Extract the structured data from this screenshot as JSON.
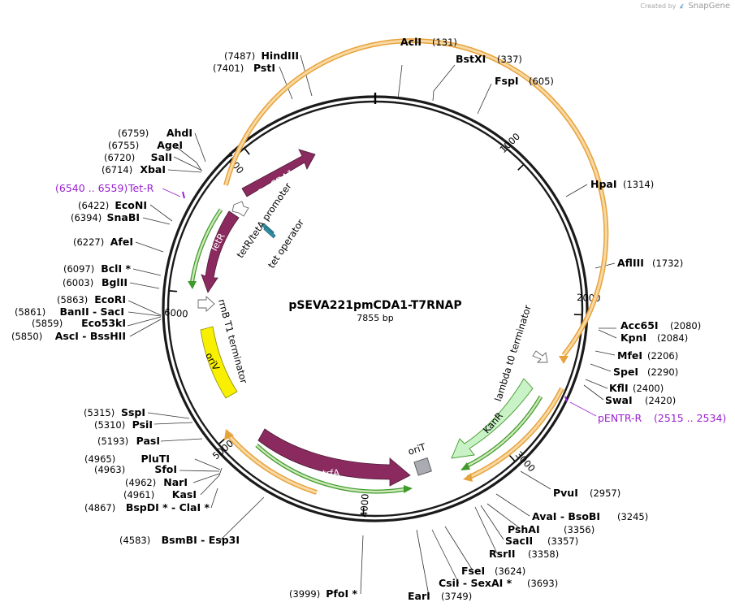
{
  "credit": {
    "prefix": "Created by",
    "brand": "SnapGene"
  },
  "plasmid": {
    "name": "pSEVA221pmCDA1-T7RNAP",
    "length_label": "7855 bp",
    "length": 7855
  },
  "ticks": [
    {
      "label": "1000",
      "pos": 1000
    },
    {
      "label": "2000",
      "pos": 2000
    },
    {
      "label": "3000",
      "pos": 3000
    },
    {
      "label": "4000",
      "pos": 4000
    },
    {
      "label": "5000",
      "pos": 5000
    },
    {
      "label": "6000",
      "pos": 6000
    },
    {
      "label": "7000",
      "pos": 7000
    }
  ],
  "sites": [
    {
      "name": "AclI",
      "pos_label": "(131)",
      "pos": 131
    },
    {
      "name": "BstXI",
      "pos_label": "(337)",
      "pos": 337
    },
    {
      "name": "FspI",
      "pos_label": "(605)",
      "pos": 605
    },
    {
      "name": "HpaI",
      "pos_label": "(1314)",
      "pos": 1314
    },
    {
      "name": "AflIII",
      "pos_label": "(1732)",
      "pos": 1732
    },
    {
      "name": "Acc65I",
      "pos_label": "(2080)",
      "pos": 2080
    },
    {
      "name": "KpnI",
      "pos_label": "(2084)",
      "pos": 2084
    },
    {
      "name": "MfeI",
      "pos_label": "(2206)",
      "pos": 2206
    },
    {
      "name": "SpeI",
      "pos_label": "(2290)",
      "pos": 2290
    },
    {
      "name": "KflI",
      "pos_label": "(2400)",
      "pos": 2400
    },
    {
      "name": "SwaI",
      "pos_label": "(2420)",
      "pos": 2420
    },
    {
      "name": "PvuI",
      "pos_label": "(2957)",
      "pos": 2957
    },
    {
      "name": "AvaI - BsoBI",
      "pos_label": "(3245)",
      "pos": 3245
    },
    {
      "name": "PshAI",
      "pos_label": "(3356)",
      "pos": 3356
    },
    {
      "name": "SacII",
      "pos_label": "(3357)",
      "pos": 3357
    },
    {
      "name": "RsrII",
      "pos_label": "(3358)",
      "pos": 3358
    },
    {
      "name": "FseI",
      "pos_label": "(3624)",
      "pos": 3624
    },
    {
      "name": "CsiI - SexAI *",
      "pos_label": "(3693)",
      "pos": 3693
    },
    {
      "name": "EarI",
      "pos_label": "(3749)",
      "pos": 3749
    },
    {
      "name": "PfoI *",
      "pos_label": "(3999)",
      "pos": 3999
    },
    {
      "name": "BsmBI - Esp3I",
      "pos_label": "(4583)",
      "pos": 4583
    },
    {
      "name": "BspDI * - ClaI *",
      "pos_label": "(4867)",
      "pos": 4867
    },
    {
      "name": "KasI",
      "pos_label": "(4961)",
      "pos": 4961
    },
    {
      "name": "NarI",
      "pos_label": "(4962)",
      "pos": 4962
    },
    {
      "name": "SfoI",
      "pos_label": "(4963)",
      "pos": 4963
    },
    {
      "name": "PluTI",
      "pos_label": "(4965)",
      "pos": 4965
    },
    {
      "name": "PasI",
      "pos_label": "(5193)",
      "pos": 5193
    },
    {
      "name": "PsiI",
      "pos_label": "(5310)",
      "pos": 5310
    },
    {
      "name": "SspI",
      "pos_label": "(5315)",
      "pos": 5315
    },
    {
      "name": "AscI - BssHII",
      "pos_label": "(5850)",
      "pos": 5850
    },
    {
      "name": "Eco53kI",
      "pos_label": "(5859)",
      "pos": 5859
    },
    {
      "name": "BanII - SacI",
      "pos_label": "(5861)",
      "pos": 5861
    },
    {
      "name": "EcoRI",
      "pos_label": "(5863)",
      "pos": 5863
    },
    {
      "name": "BglII",
      "pos_label": "(6003)",
      "pos": 6003
    },
    {
      "name": "BclI *",
      "pos_label": "(6097)",
      "pos": 6097
    },
    {
      "name": "AfeI",
      "pos_label": "(6227)",
      "pos": 6227
    },
    {
      "name": "SnaBI",
      "pos_label": "(6394)",
      "pos": 6394
    },
    {
      "name": "EcoNI",
      "pos_label": "(6422)",
      "pos": 6422
    },
    {
      "name": "XbaI",
      "pos_label": "(6714)",
      "pos": 6714
    },
    {
      "name": "SalI",
      "pos_label": "(6720)",
      "pos": 6720
    },
    {
      "name": "AgeI",
      "pos_label": "(6755)",
      "pos": 6755
    },
    {
      "name": "AhdI",
      "pos_label": "(6759)",
      "pos": 6759
    },
    {
      "name": "PstI",
      "pos_label": "(7401)",
      "pos": 7401
    },
    {
      "name": "HindIII",
      "pos_label": "(7487)",
      "pos": 7487
    }
  ],
  "primers": [
    {
      "name": "Tet-R",
      "range_label": "(6540 .. 6559)"
    },
    {
      "name": "pENTR-R",
      "range_label": "(2515 .. 2534)"
    }
  ],
  "features": [
    {
      "name": "PmCDA1",
      "type": "CDS"
    },
    {
      "name": "TetR",
      "type": "CDS"
    },
    {
      "name": "tetR/tetA promoters",
      "type": "promoter"
    },
    {
      "name": "tet operator",
      "type": "protein_bind"
    },
    {
      "name": "rrnB T1 terminator",
      "type": "terminator"
    },
    {
      "name": "oriV",
      "type": "rep_origin"
    },
    {
      "name": "trfA",
      "type": "CDS"
    },
    {
      "name": "oriT",
      "type": "oriT"
    },
    {
      "name": "KanR",
      "type": "CDS"
    },
    {
      "name": "lambda t0 terminator",
      "type": "terminator"
    }
  ],
  "colors": {
    "backbone": "#1a1a1a",
    "cds": "#8b2a5f",
    "orf_outline": "#e8a23c",
    "orf_fill": "#f7d9a3",
    "green_outline": "#3f9a2c",
    "green_fill": "#cde9b8",
    "kanr": "#c9f2c6",
    "oriv": "#f8f000",
    "orit": "#a9acb2",
    "tetop": "#2f8ea3",
    "primer": "#9a1fd2"
  }
}
